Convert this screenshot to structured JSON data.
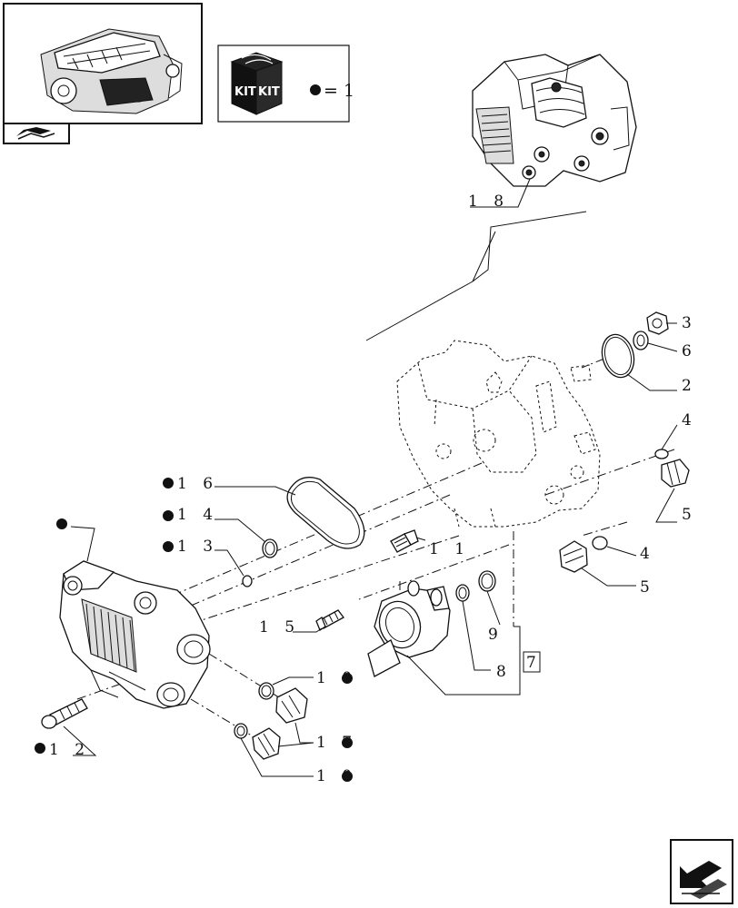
{
  "kit_box": {
    "kit_label_left": "KIT",
    "kit_label_right": "KIT",
    "legend_text": "= 1"
  },
  "callouts": {
    "c18": "1 8",
    "c3": "3",
    "c6": "6",
    "c2": "2",
    "c4a": "4",
    "c5a": "5",
    "c4b": "4",
    "c5b": "5",
    "c16": "1 6",
    "c14": "1 4",
    "c13": "1 3",
    "c11": "1 1",
    "c15": "1 5",
    "c9": "9",
    "c8": "8",
    "c7": "7",
    "c10a": "1 0",
    "c17": "1 7",
    "c10b": "1 0",
    "c12": "1 2"
  },
  "icons": {
    "engine_thumbnail": "engine-icon",
    "nav_back": "back-arrow-icon",
    "nav_next": "next-arrow-icon",
    "kit_marker": "kit-dot-icon"
  }
}
